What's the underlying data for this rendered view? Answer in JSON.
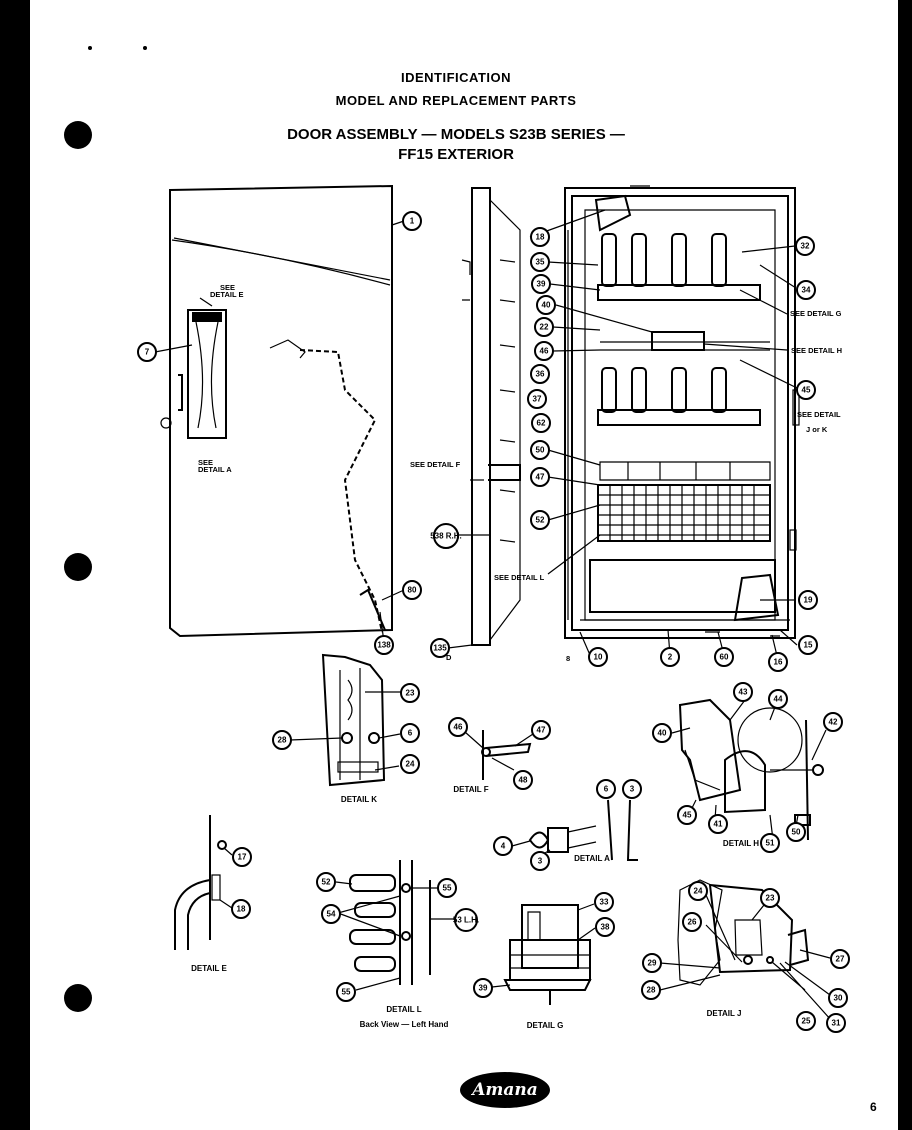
{
  "header": {
    "line1": "IDENTIFICATION",
    "line2": "MODEL AND REPLACEMENT PARTS",
    "line3": "DOOR ASSEMBLY — MODELS S23B  SERIES —",
    "line4": "FF15 EXTERIOR"
  },
  "brand": "Amana",
  "page_number": "6",
  "part_labels": {
    "p1": "1",
    "p7": "7",
    "p18": "18",
    "p35": "35",
    "p39": "39",
    "p40": "40",
    "p22": "22",
    "p46": "46",
    "p36": "36",
    "p37": "37",
    "p62": "62",
    "p50": "50",
    "p47": "47",
    "p52": "52",
    "p538": "538 R.H.",
    "p32": "32",
    "p34": "34",
    "p45": "45",
    "p19": "19",
    "p15": "15",
    "p16": "16",
    "p60": "60",
    "p2": "2",
    "p10": "10",
    "p80": "80",
    "p138": "138",
    "p135": "135",
    "p23": "23",
    "p28": "28",
    "p6": "6",
    "p24": "24",
    "dF_46": "46",
    "dF_47": "47",
    "dF_48": "48",
    "dA_6": "6",
    "dA_3a": "3",
    "dA_4": "4",
    "dA_3b": "3",
    "dH_40": "40",
    "dH_43": "43",
    "dH_44": "44",
    "dH_42": "42",
    "dH_45": "45",
    "dH_41": "41",
    "dH_51": "51",
    "dH_50": "50",
    "dB_17": "17",
    "dB_18": "18",
    "dL_52": "52",
    "dL_55a": "55",
    "dL_54": "54",
    "dL_53": "53 L.H.",
    "dL_55b": "55",
    "dG_33": "33",
    "dG_38": "38",
    "dG_39": "39",
    "dJ_24": "24",
    "dJ_26": "26",
    "dJ_23": "23",
    "dJ_29": "29",
    "dJ_28": "28",
    "dJ_27": "27",
    "dJ_30": "30",
    "dJ_25": "25",
    "dJ_31": "31"
  },
  "callouts": {
    "see_g": "SEE DETAIL G",
    "see_h": "SEE DETAIL H",
    "see_jk1": "SEE DETAIL",
    "see_jk2": "J or K",
    "see_f": "SEE DETAIL F",
    "see_l": "SEE DETAIL L",
    "see_e": "SEE DETAIL E",
    "see_a": "SEE DETAIL A",
    "small_d": "D",
    "small_8": "8"
  },
  "detail_labels": {
    "K": "DETAIL K",
    "F": "DETAIL F",
    "A": "DETAIL A",
    "H": "DETAIL H",
    "E": "DETAIL E",
    "L": "DETAIL L",
    "L_sub": "Back View — Left Hand",
    "G": "DETAIL G",
    "J": "DETAIL J"
  },
  "colors": {
    "ink": "#000000",
    "paper": "#ffffff",
    "margin": "#000000"
  }
}
